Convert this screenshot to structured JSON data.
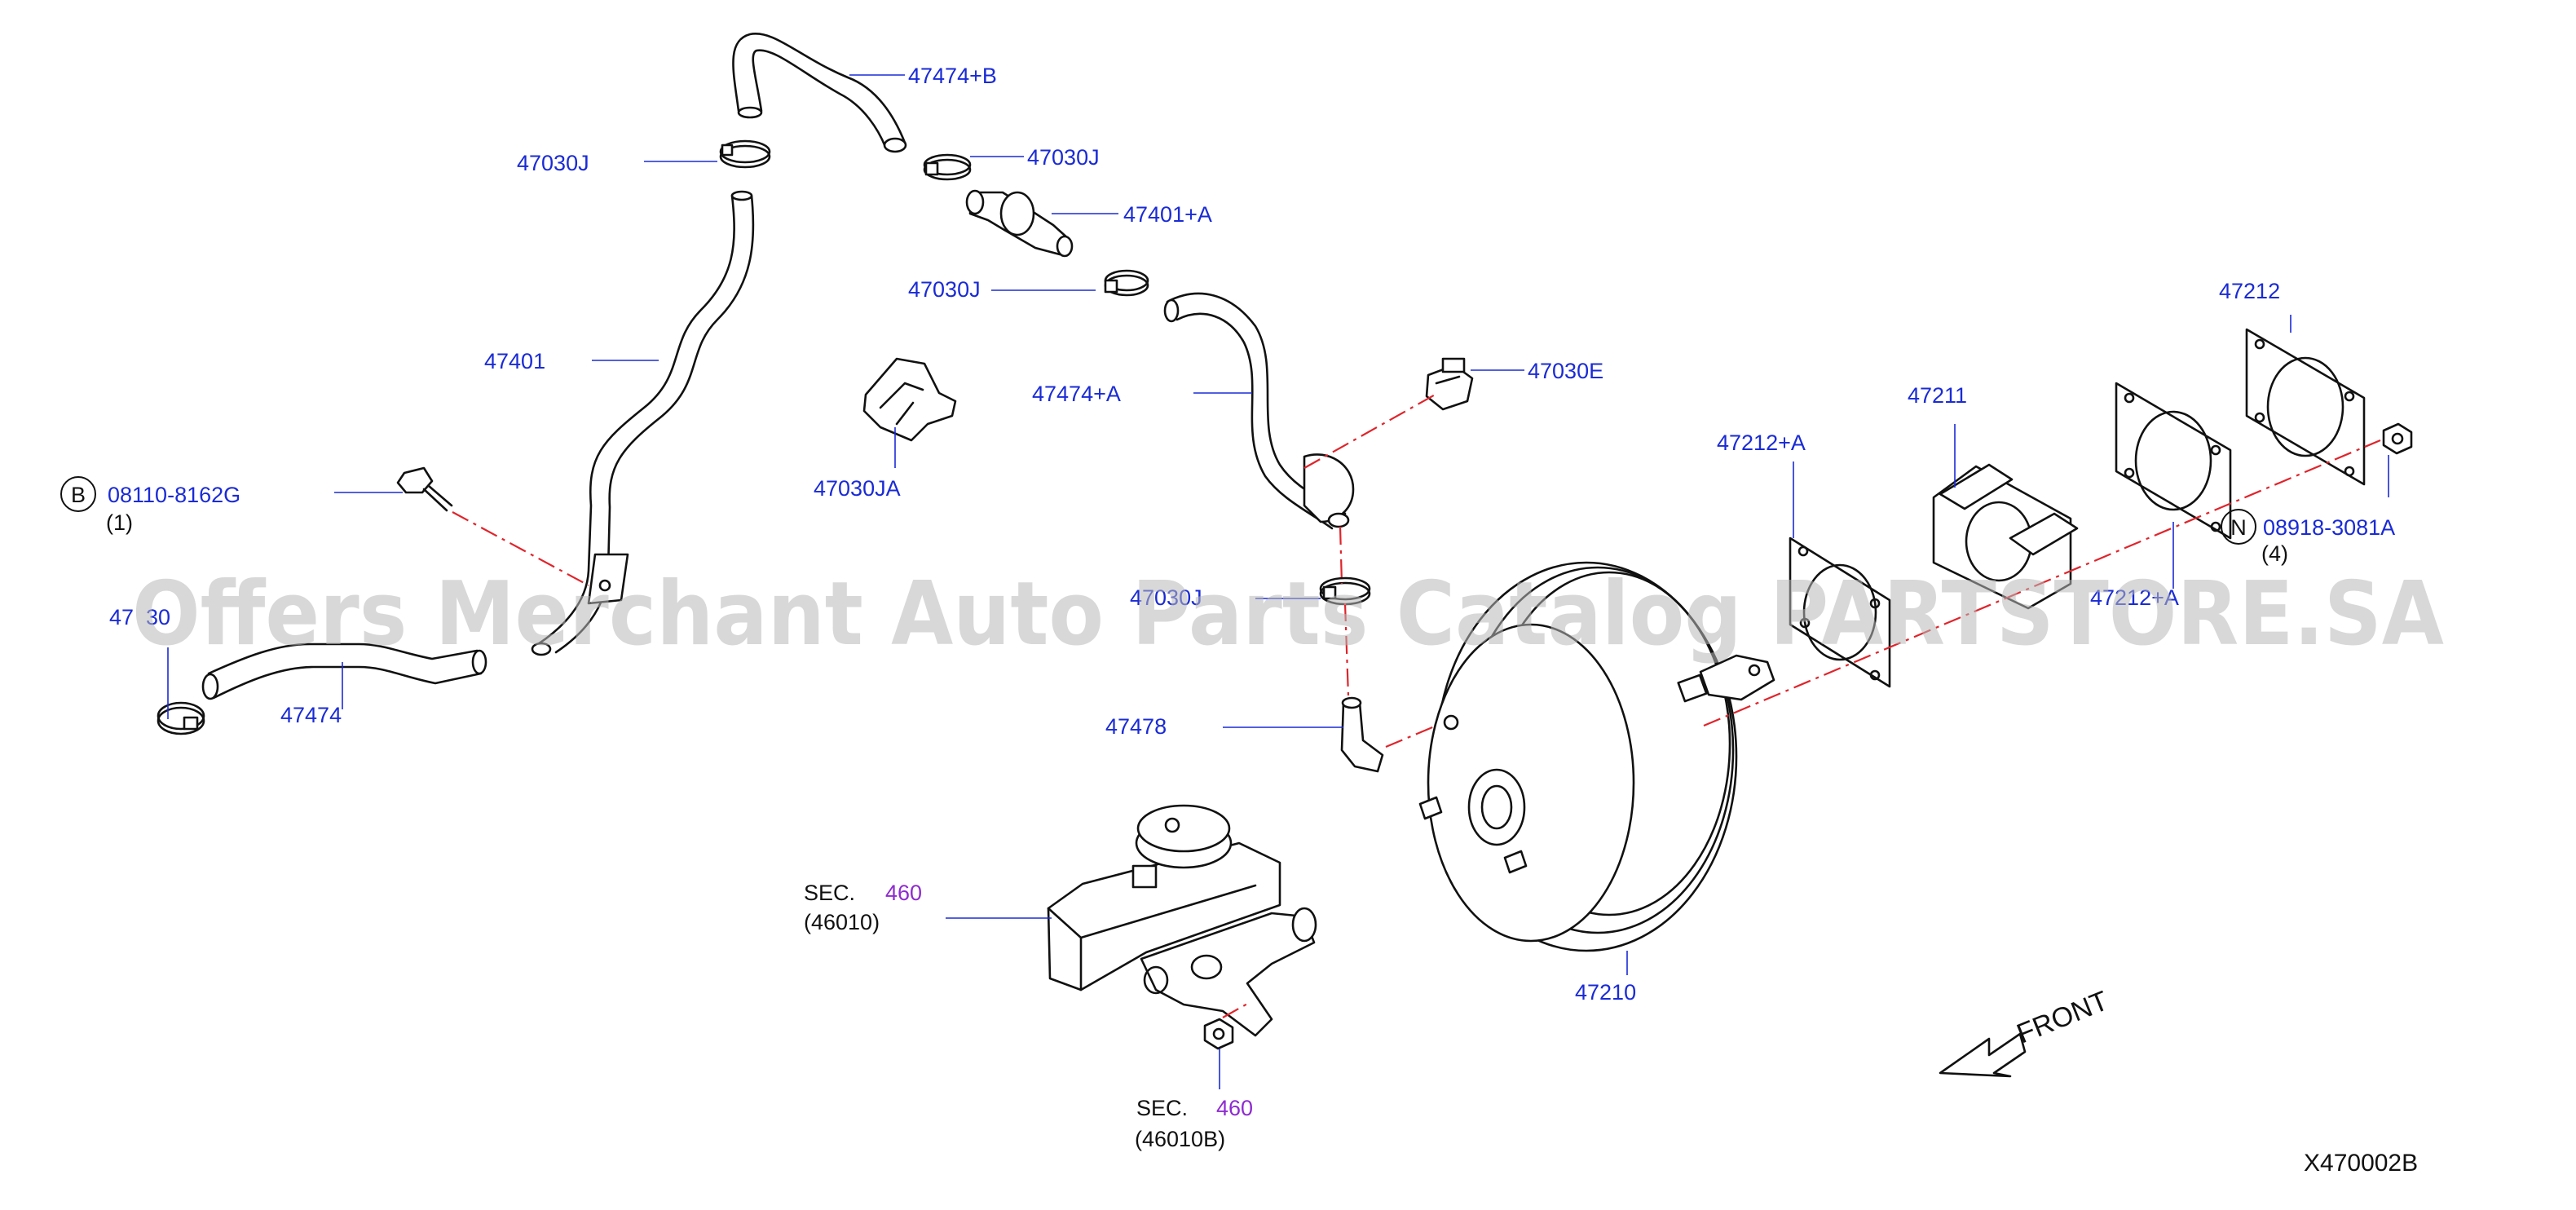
{
  "labels": {
    "p47474B": "47474+B",
    "p47030J_a": "47030J",
    "p47030J_b": "47030J",
    "p47401A": "47401+A",
    "p47030J_c": "47030J",
    "p47401": "47401",
    "p47474A": "47474+A",
    "p47030E": "47030E",
    "p47030JA": "47030JA",
    "p47211": "47211",
    "p47212": "47212",
    "p47212A": "47212+A",
    "p08110": "08110-8162G",
    "p08110_qty": "(1)",
    "p08918": "08918-3081A",
    "p08918_qty": "(4)",
    "p47030_left": "47  30",
    "p47474": "47474",
    "p47030J_mid": "47030J",
    "p47212A_right": "47212+A",
    "p47478": "47478",
    "sec_a": "SEC.",
    "sec_a_num": "460",
    "sec_a_ref": "(46010)",
    "sec_b": "SEC.",
    "sec_b_num": "460",
    "sec_b_ref": "(46010B)",
    "p47210": "47210",
    "front": "FRONT",
    "code": "X470002B",
    "callout_b": "B",
    "callout_n": "N"
  },
  "watermark": "Offers Merchant Auto Parts Catalog PARTSTORE.SA",
  "colors": {
    "label": "#1a2bd6",
    "section": "#8e2bd0",
    "phantom_line": "#e0242b",
    "outline": "#111111",
    "watermark": "#b8b8b8"
  }
}
